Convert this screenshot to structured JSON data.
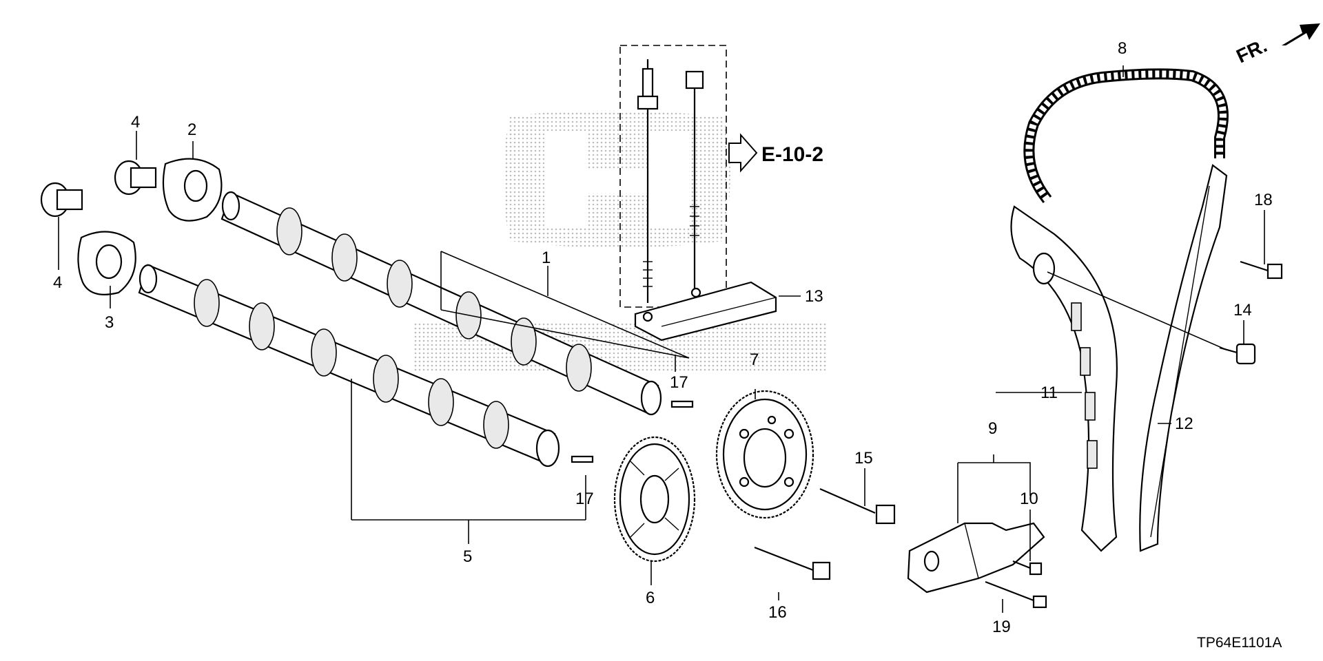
{
  "reference": {
    "label": "E-10-2"
  },
  "orientation": {
    "label": "FR."
  },
  "diagram_code": "TP64E1101A",
  "callouts": {
    "c1": "1",
    "c2": "2",
    "c3": "3",
    "c4a": "4",
    "c4b": "4",
    "c5": "5",
    "c6": "6",
    "c7": "7",
    "c8": "8",
    "c9": "9",
    "c10": "10",
    "c11": "11",
    "c12": "12",
    "c13": "13",
    "c14": "14",
    "c15": "15",
    "c16": "16",
    "c17a": "17",
    "c17b": "17",
    "c18": "18",
    "c19": "19"
  },
  "colors": {
    "line": "#000000",
    "watermark": "#cccccc",
    "background": "#ffffff"
  }
}
